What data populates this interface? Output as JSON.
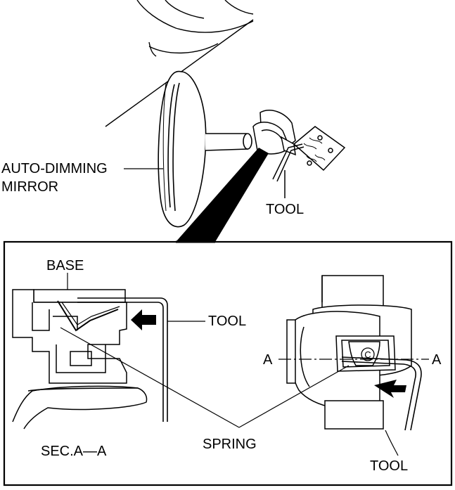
{
  "labels": {
    "mirror_line1": "AUTO-DIMMING",
    "mirror_line2": "MIRROR",
    "tool_top": "TOOL",
    "base": "BASE",
    "tool_section": "TOOL",
    "section_a_left": "A",
    "section_a_right": "A",
    "spring": "SPRING",
    "section_caption": "SEC.A—A",
    "tool_bottom": "TOOL"
  },
  "callout_letter": "C"
}
